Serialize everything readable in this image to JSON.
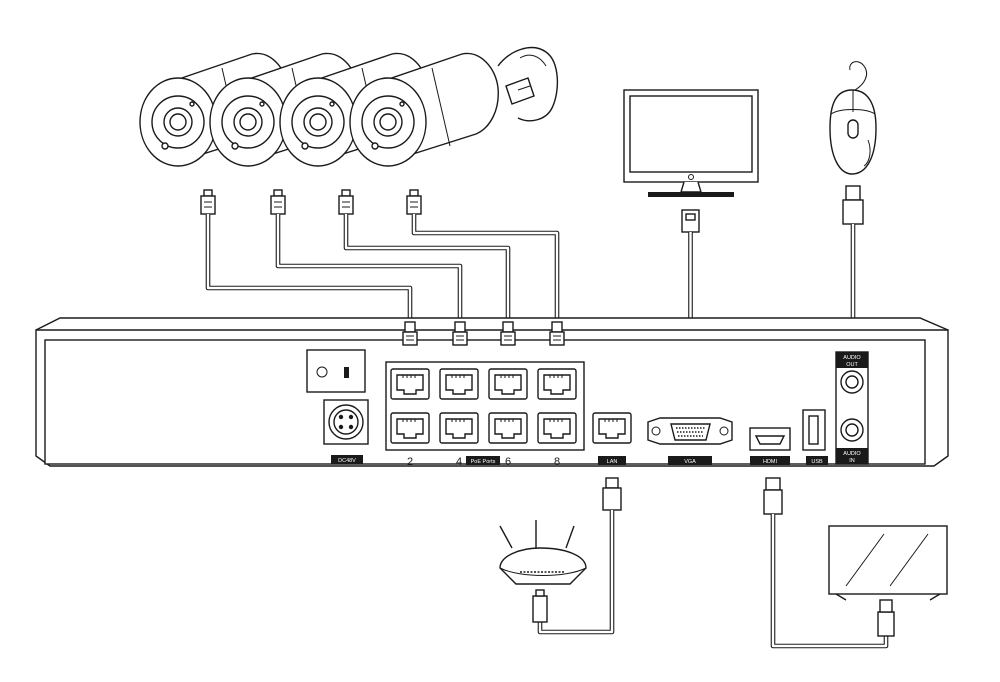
{
  "nvr": {
    "power_label": "DC48V",
    "poe_label": "PoE Ports",
    "port_numbers": [
      "2",
      "4",
      "6",
      "8"
    ],
    "lan_label": "LAN",
    "vga_label": "VGA",
    "hdmi_label": "HDMI",
    "usb_label": "USB",
    "audio_out_label": [
      "AUDIO",
      "OUT"
    ],
    "audio_in_label": [
      "AUDIO",
      "IN"
    ]
  },
  "devices": [
    "camera-1",
    "camera-2",
    "camera-3",
    "camera-4",
    "monitor",
    "mouse",
    "router",
    "tv"
  ],
  "colors": {
    "line": "#1a1a1a",
    "body_fill": "#ffffff",
    "label_fill": "#1a1a1a",
    "label_text": "#ffffff"
  }
}
